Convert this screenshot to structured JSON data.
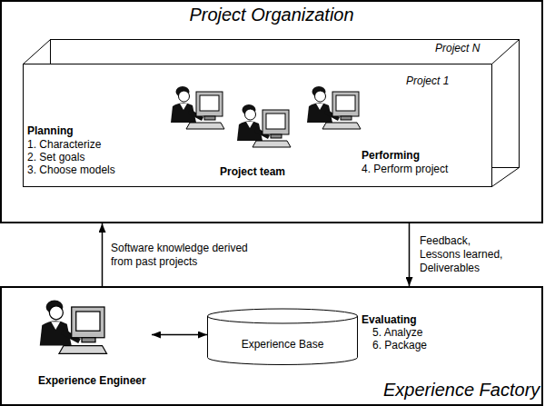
{
  "diagram": {
    "nodes": [
      {
        "text": [
          "Project Organization"
        ]
      },
      {
        "text": [
          "Project N"
        ],
        "in": 0
      },
      {
        "text": [
          "Project 1",
          "Planning",
          "1. Characterize",
          "2. Set goals",
          "3. Choose models",
          "Project team",
          "Performing",
          "4. Perform project"
        ],
        "in": 0
      },
      {
        "text": [
          "Evaluating",
          "5. Analyze",
          "6. Package",
          "Experience Factory"
        ]
      },
      {
        "text": [
          "Experience Engineer"
        ],
        "in": 3
      },
      {
        "text": [
          "Experience Base"
        ],
        "in": 3
      }
    ],
    "edges": [
      {
        "from": 3,
        "to": 0,
        "arrow": "to",
        "label": "Software knowledge derived from past projects"
      },
      {
        "from": 0,
        "to": 3,
        "arrow": "to",
        "label": "Feedback, Lessons learned, Deliverables"
      },
      {
        "from": 4,
        "to": 5,
        "arrow": "both"
      }
    ]
  }
}
